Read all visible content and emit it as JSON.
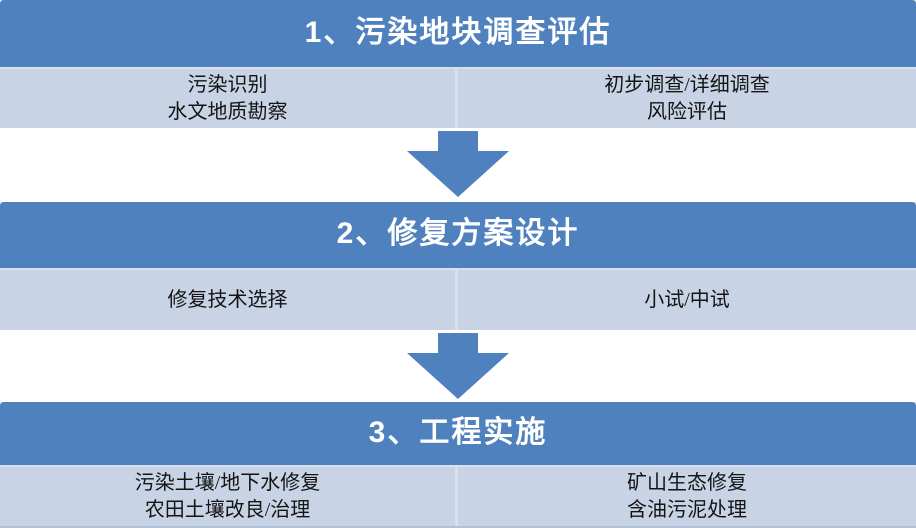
{
  "diagram": {
    "type": "process-flow",
    "sections": [
      {
        "title": "1、污染地块调查评估",
        "left_items": [
          "污染识别",
          "水文地质勘察"
        ],
        "right_items": [
          "初步调查/详细调查",
          "风险评估"
        ]
      },
      {
        "title": "2、修复方案设计",
        "left_items": [
          "修复技术选择"
        ],
        "right_items": [
          "小试/中试"
        ]
      },
      {
        "title": "3、工程实施",
        "left_items": [
          "污染土壤/地下水修复",
          "农田土壤改良/治理"
        ],
        "right_items": [
          "矿山生态修复",
          "含油污泥处理"
        ]
      }
    ],
    "colors": {
      "header_bg": "#4E81BD",
      "header_text": "#FFFFFF",
      "cell_bg": "#C8D3E5",
      "cell_text": "#141414",
      "divider": "#D8DFED",
      "arrow": "#4E81BD",
      "background": "#FFFFFF"
    }
  }
}
